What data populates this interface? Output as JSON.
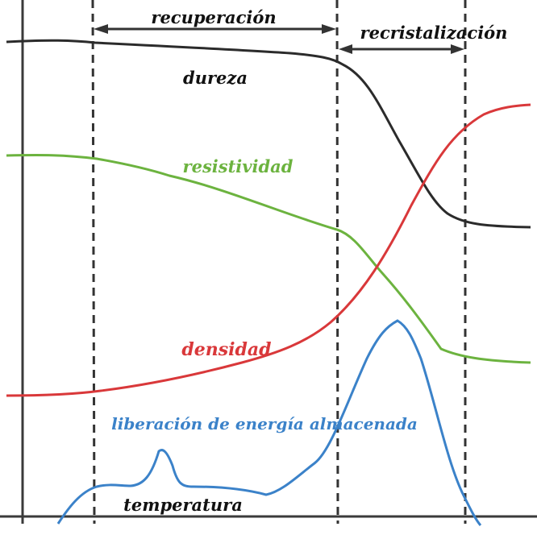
{
  "labels": {
    "recuperacion": "recuperación",
    "recristalizacion": "recristalización",
    "dureza": "dureza",
    "resistividad": "resistividad",
    "densidad": "densidad",
    "liberacion": "liberación de energía almacenada",
    "temperatura": "temperatura"
  },
  "colors": {
    "axis": "#3a3a3a",
    "dureza": "#2b2b2b",
    "resistividad": "#6cb33f",
    "densidad": "#d9383a",
    "liberacion": "#3b82c9",
    "text_dark": "#111111"
  }
}
